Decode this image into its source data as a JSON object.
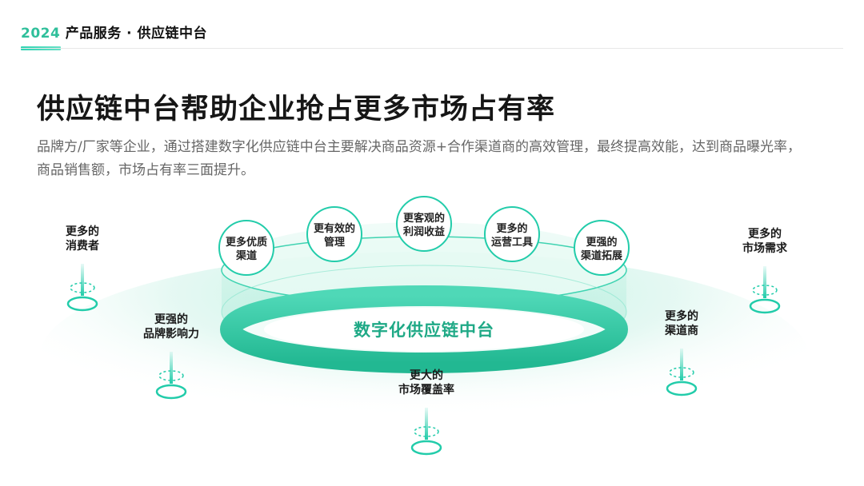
{
  "header": {
    "year": "2024",
    "title": "产品服务 · 供应链中台"
  },
  "page_title": "供应链中台帮助企业抢占更多市场占有率",
  "subtitle": "品牌方/厂家等企业，通过搭建数字化供应链中台主要解决商品资源+合作渠道商的高效管理，最终提高效能，达到商品曝光率，商品销售额，市场占有率三面提升。",
  "center_label": "数字化供应链中台",
  "top_nodes": [
    {
      "line1": "更多优质",
      "line2": "渠道"
    },
    {
      "line1": "更有效的",
      "line2": "管理"
    },
    {
      "line1": "更客观的",
      "line2": "利润收益"
    },
    {
      "line1": "更多的",
      "line2": "运营工具"
    },
    {
      "line1": "更强的",
      "line2": "渠道拓展"
    }
  ],
  "outcomes": [
    {
      "line1": "更多的",
      "line2": "消费者"
    },
    {
      "line1": "更强的",
      "line2": "品牌影响力"
    },
    {
      "line1": "更大的",
      "line2": "市场覆盖率"
    },
    {
      "line1": "更多的",
      "line2": "渠道商"
    },
    {
      "line1": "更多的",
      "line2": "市场需求"
    }
  ],
  "colors": {
    "accent": "#22ccaa",
    "accent_dark": "#1fa986",
    "platform_fill": "#e6f9f3"
  }
}
